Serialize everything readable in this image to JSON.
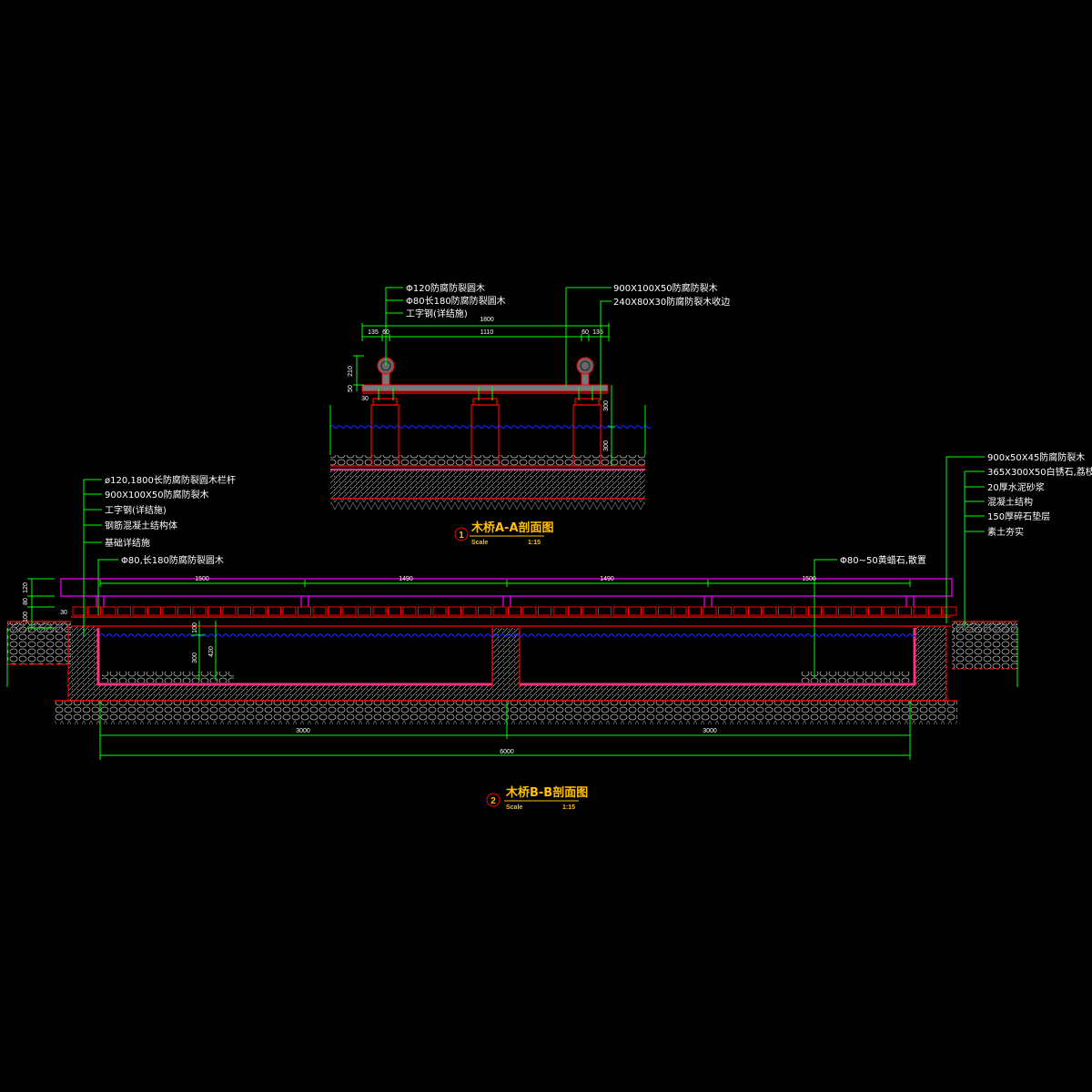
{
  "section_a": {
    "leaders_left": [
      "Φ120防腐防裂圆木",
      "Φ80长180防腐防裂圆木",
      "工字钢(详结施)"
    ],
    "leaders_right": [
      "900X100X50防腐防裂木",
      "240X80X30防腐防裂木收边"
    ],
    "dims": {
      "overall": "1800",
      "left_edge": "135",
      "left_post": "60",
      "middle": "1110",
      "right_post": "60",
      "right_edge": "135",
      "rail_height": "210",
      "deck": "50",
      "beam": "30",
      "pier_upper": "300",
      "pier_lower": "300"
    },
    "title": {
      "number": "1",
      "name": "木桥A-A剖面图",
      "scale_label": "Scale",
      "scale": "1:15"
    }
  },
  "section_b": {
    "leaders_left": [
      "ø120,1800长防腐防裂圆木栏杆",
      "900X100X50防腐防裂木",
      "工字钢(详结施)",
      "钢筋混凝土结构体",
      "基础详结施"
    ],
    "leader_post": "Φ80,长180防腐防裂圆木",
    "leaders_right": [
      "900x50X45防腐防裂木",
      "365X300X50白锈石,荔枝面",
      "20厚水泥砂浆",
      "混凝土结构",
      "150厚碎石垫层",
      "素土夯实"
    ],
    "leader_stone": "Φ80~50黄蜡石,散置",
    "dims": {
      "spans": [
        "1500",
        "1490",
        "1490",
        "1500"
      ],
      "left_stack": [
        "120",
        "80",
        "100"
      ],
      "deck_offset": "30",
      "water_top": "100",
      "water_depth": "300",
      "pool_depth": "420",
      "halves": [
        "3000",
        "3000"
      ],
      "total": "6000"
    },
    "title": {
      "number": "2",
      "name": "木桥B-B剖面图",
      "scale_label": "Scale",
      "scale": "1:15"
    }
  },
  "colors": {
    "background": "#000000",
    "dimension": "#00ff00",
    "structure": "#ff0000",
    "railing": "#ff00ff",
    "water": "#1020ff",
    "title": "#ffc000"
  }
}
